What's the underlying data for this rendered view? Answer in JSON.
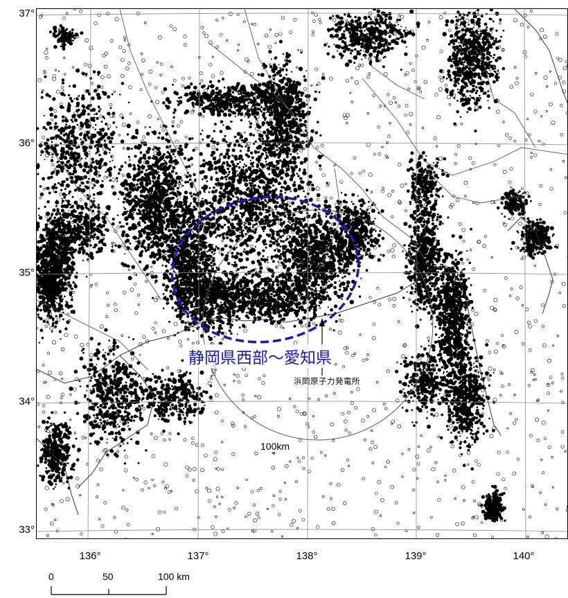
{
  "map": {
    "lat_labels": [
      "37°",
      "36°",
      "35°",
      "34°",
      "33°"
    ],
    "lon_labels": [
      "136°",
      "137°",
      "138°",
      "139°",
      "140°"
    ],
    "extent": {
      "lon_min": 135.55,
      "lon_max": 140.45,
      "lat_min": 32.95,
      "lat_max": 37.05
    },
    "region_label": "静岡県西部～愛知県",
    "plant_label": "浜岡原子力発電所",
    "plant_location": {
      "lon": 138.14,
      "lat": 34.62
    },
    "radius_label": "100km",
    "region_ellipse_color": "#1a1ab4",
    "region_label_color": "#1616c8",
    "epicenter_color": "#000000",
    "scale_bar": {
      "labels": [
        "0",
        "50",
        "100 km"
      ]
    }
  }
}
